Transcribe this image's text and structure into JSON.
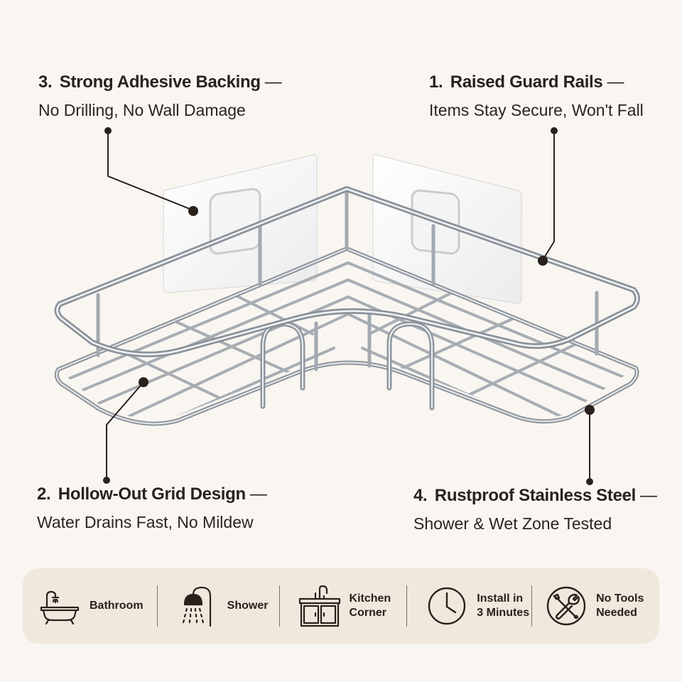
{
  "callouts": [
    {
      "num": "3.",
      "title": "Strong Adhesive Backing",
      "dash": "—",
      "subtitle": "No Drilling, No Wall Damage"
    },
    {
      "num": "1.",
      "title": "Raised Guard Rails",
      "dash": "—",
      "subtitle": "Items Stay Secure, Won't Fall"
    },
    {
      "num": "2.",
      "title": "Hollow-Out Grid Design",
      "dash": "—",
      "subtitle": "Water Drains Fast, No Mildew"
    },
    {
      "num": "4.",
      "title": "Rustproof Stainless Steel",
      "dash": "—",
      "subtitle": "Shower & Wet Zone Tested"
    }
  ],
  "features": [
    {
      "icon": "bathtub-icon",
      "label": "Bathroom"
    },
    {
      "icon": "shower-icon",
      "label": "Shower"
    },
    {
      "icon": "kitchen-sink-icon",
      "label": "Kitchen\nCorner"
    },
    {
      "icon": "clock-icon",
      "label": "Install in\n3 Minutes"
    },
    {
      "icon": "no-tools-icon",
      "label": "No Tools\nNeeded"
    }
  ],
  "colors": {
    "background": "#f9f6f1",
    "panel": "#f0e8dd",
    "text": "#2a201c",
    "steel": "#9aa1a8"
  }
}
